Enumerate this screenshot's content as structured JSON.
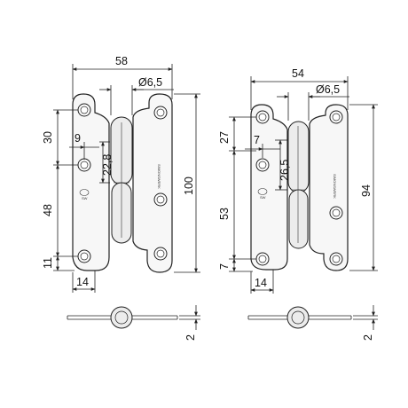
{
  "drawing": {
    "left_hinge": {
      "dims": {
        "width": "58",
        "pin_dia": "Ø6,5",
        "height": "100",
        "top_hole_offset": "30",
        "hole_x": "9",
        "pin_len": "22,8",
        "mid_gap": "48",
        "bottom_offset": "11",
        "leaf_width": "14",
        "thickness": "2"
      },
      "marks": {
        "brand": "SIMONSWERK",
        "logo": "SW"
      }
    },
    "right_hinge": {
      "dims": {
        "width": "54",
        "pin_dia": "Ø6,5",
        "height": "94",
        "top_hole_offset": "27",
        "hole_x": "7",
        "pin_len": "26,5",
        "mid_gap": "53",
        "bottom_offset": "7",
        "leaf_width": "14",
        "thickness": "2"
      },
      "marks": {
        "brand": "SIMONSWERK",
        "logo": "SW"
      }
    }
  }
}
